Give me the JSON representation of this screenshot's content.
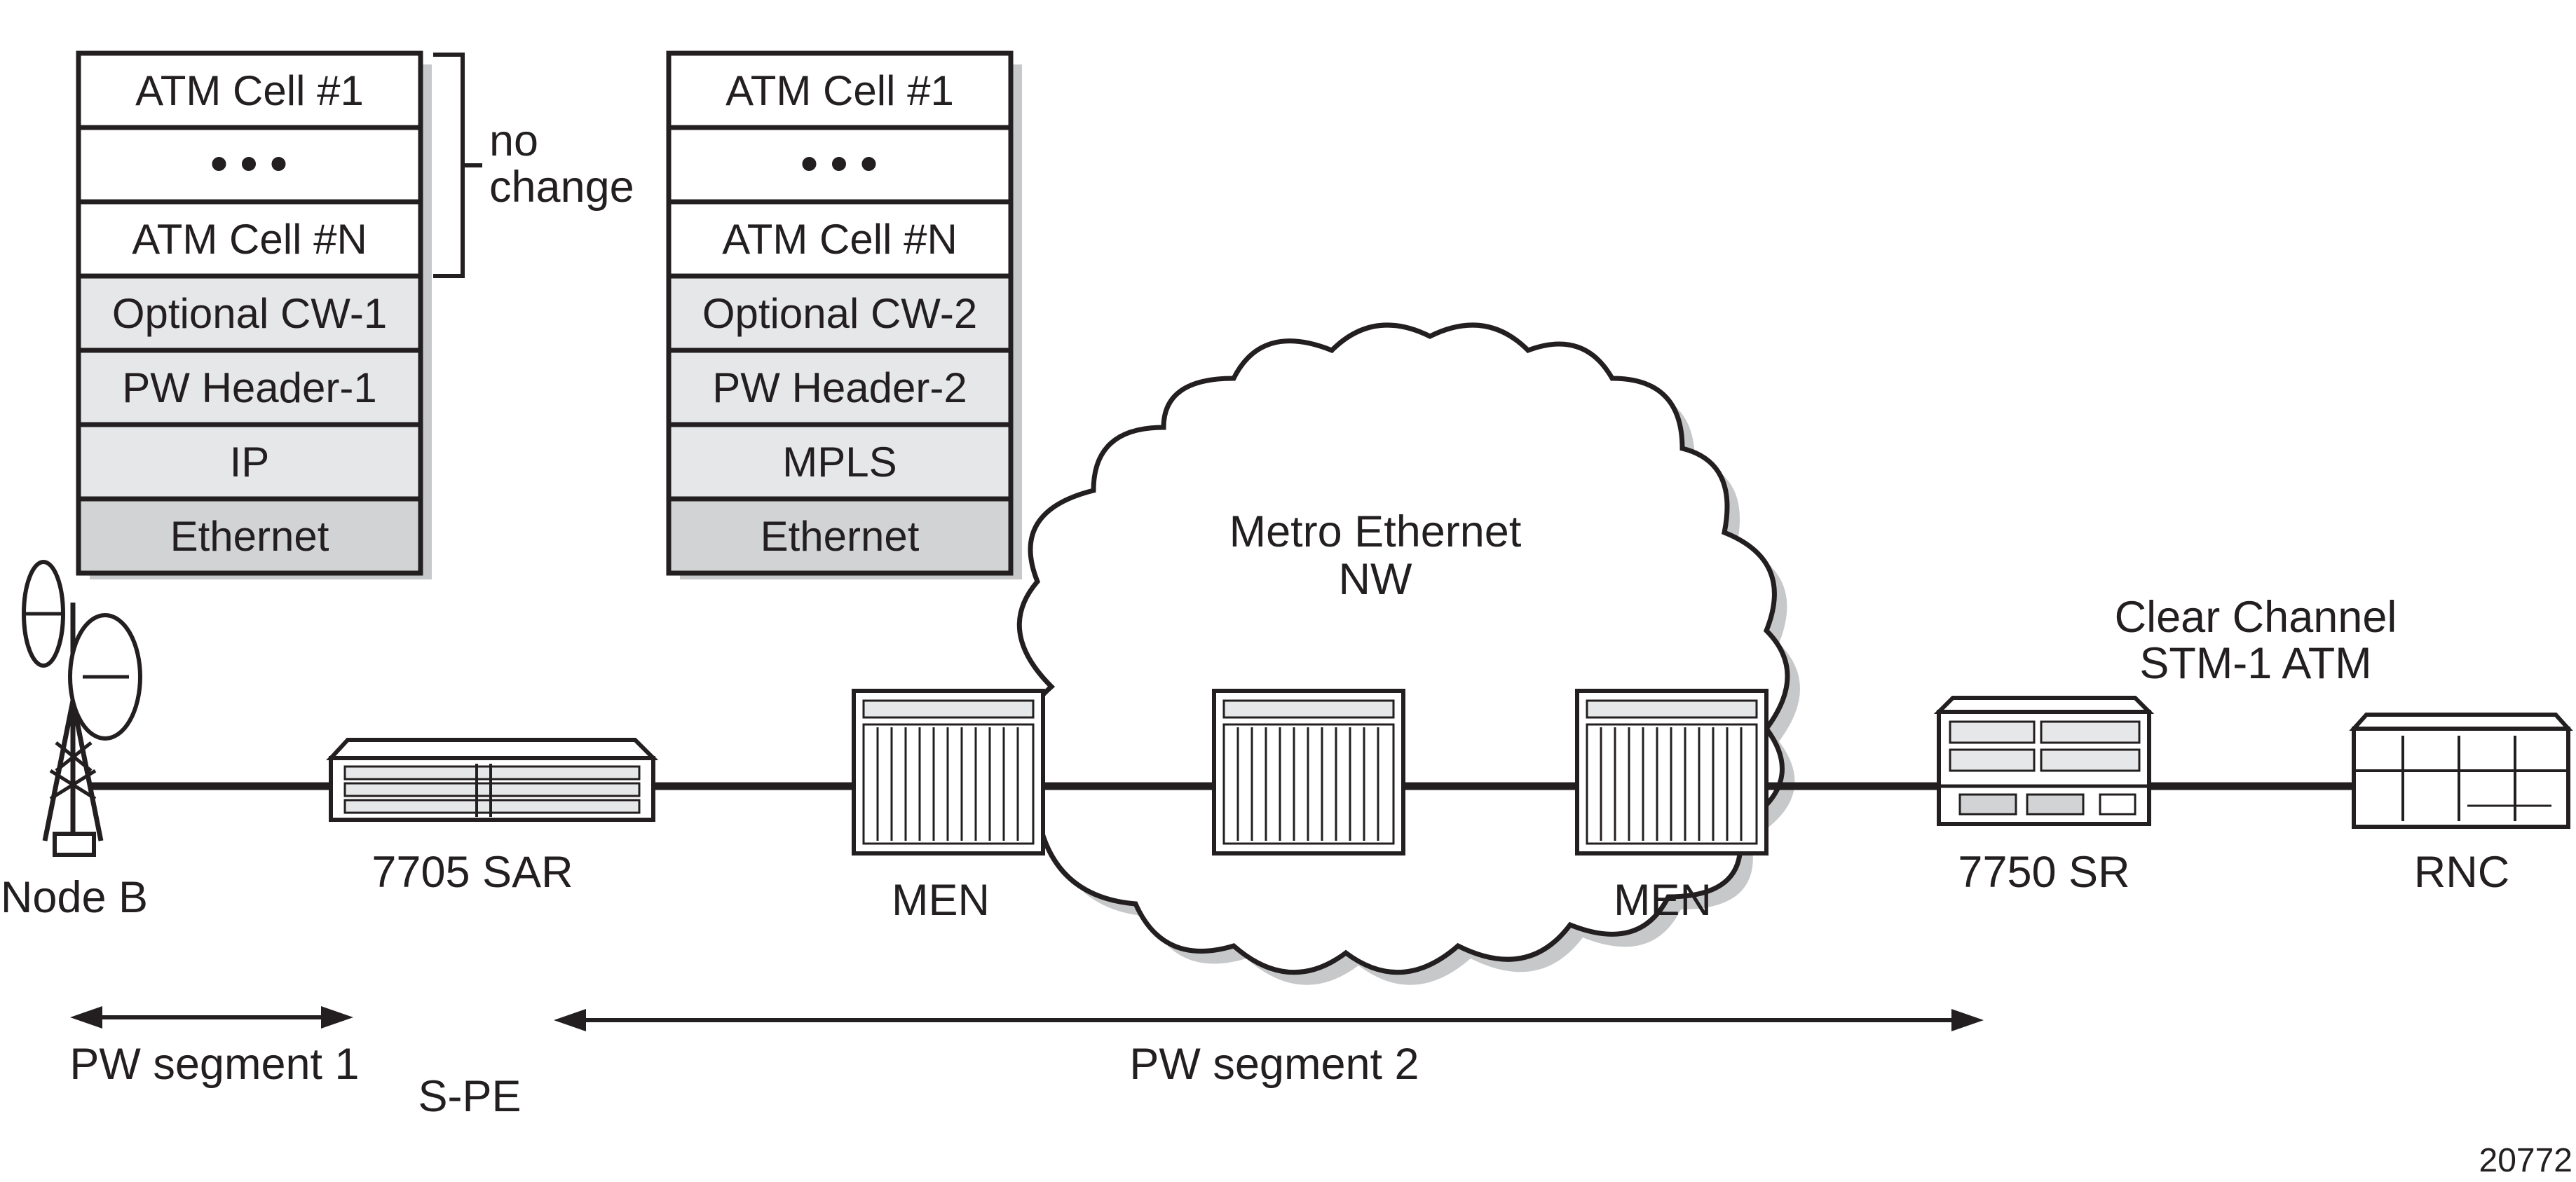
{
  "stacks": {
    "left": [
      "ATM Cell #1",
      "•••",
      "ATM Cell #N",
      "Optional CW-1",
      "PW Header-1",
      "IP",
      "Ethernet"
    ],
    "right": [
      "ATM Cell #1",
      "•••",
      "ATM Cell #N",
      "Optional CW-2",
      "PW Header-2",
      "MPLS",
      "Ethernet"
    ]
  },
  "brace_label": [
    "no",
    "change"
  ],
  "cloud_label": [
    "Metro Ethernet",
    "NW"
  ],
  "link_label": [
    "Clear Channel",
    "STM-1 ATM"
  ],
  "devices": {
    "node_b": "Node B",
    "sar": "7705 SAR",
    "men_left": "MEN",
    "men_right": "MEN",
    "sr": "7750 SR",
    "rnc": "RNC"
  },
  "segments": {
    "seg1": "PW segment 1",
    "seg2": "PW segment 2",
    "spe": "S-PE"
  },
  "figure_id": "20772",
  "colors": {
    "line": "#231f20",
    "cell_white": "#ffffff",
    "cell_light": "#e6e7e8",
    "cell_dark": "#d1d3d4",
    "shadow": "#c7c8ca"
  }
}
